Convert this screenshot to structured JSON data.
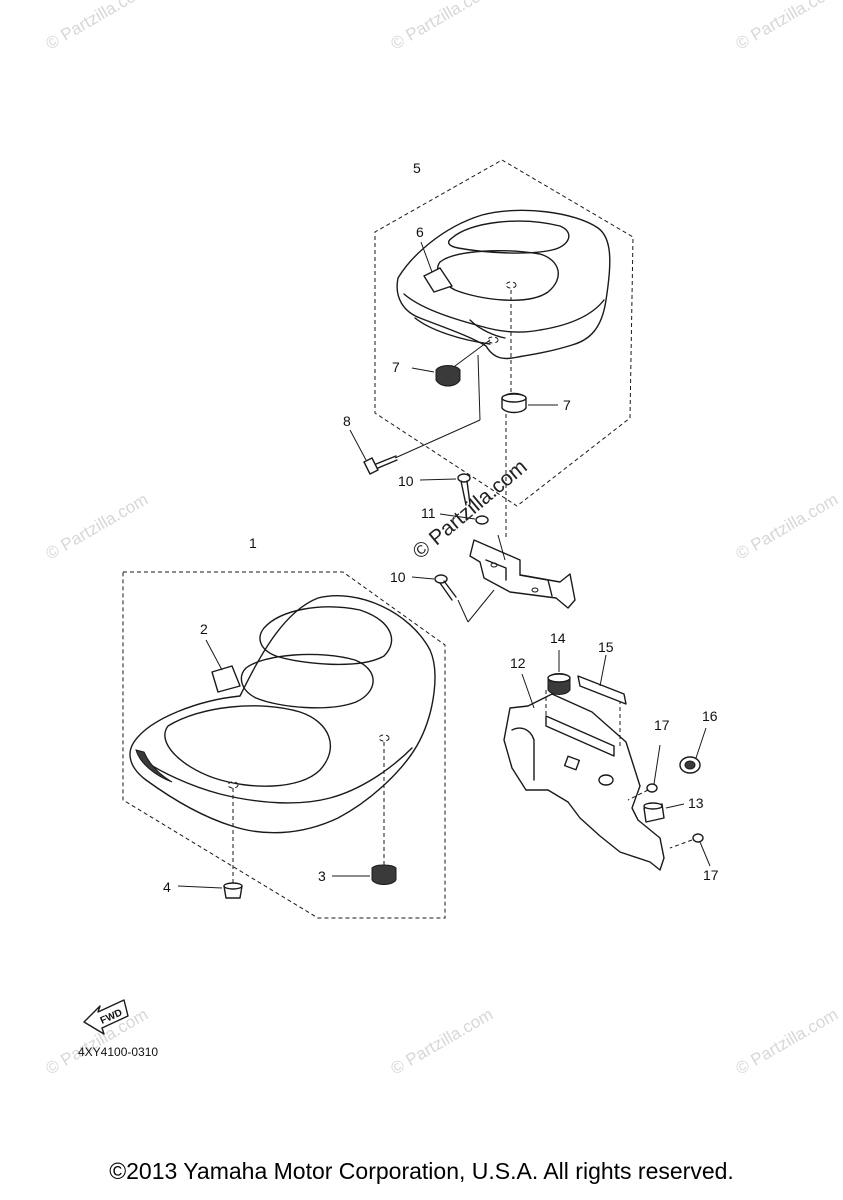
{
  "callouts": {
    "c1": "1",
    "c2": "2",
    "c3": "3",
    "c4": "4",
    "c5": "5",
    "c6": "6",
    "c7a": "7",
    "c7b": "7",
    "c8": "8",
    "c10a": "10",
    "c10b": "10",
    "c11": "11",
    "c12": "12",
    "c13": "13",
    "c14": "14",
    "c15": "15",
    "c16": "16",
    "c17a": "17",
    "c17b": "17"
  },
  "watermark": {
    "small": "© Partzilla.com",
    "center": "© Partzilla.com"
  },
  "fwd_label": "FWD",
  "diagram_code": "4XY4100-0310",
  "copyright": "©2013 Yamaha Motor Corporation, U.S.A. All rights reserved."
}
